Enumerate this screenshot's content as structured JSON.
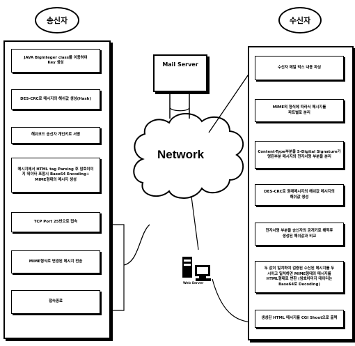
{
  "sender": {
    "title": "송신자",
    "steps": [
      "JAVA Biginteger class를 이용하여\nKey 생성",
      "DES-CRC로 메시지의 해쉬값 생성(Hash)",
      "해쉬코드 송신자 개인키로 서명",
      "메시지에서 HTML tag Parsing 후 암호이미\n지 데이타 포함시 Base64 Encoding+\nMIME형태의 메시지 생성",
      "TCP Port 25번으로 접속",
      "MIME형식로 변경된 메시지 전송",
      "접속종료"
    ]
  },
  "receiver": {
    "title": "수신자",
    "steps": [
      "수신자 메일 박스 내용 파싱",
      "MIME의 형식에 따라서 메시지를\n파트별로 분리",
      "Content-Type부분을 S-Digital Signature가\n명된부분 메시지와 전자서명 부분을 분리",
      "DES-CRC로 원래메시지의 해쉬값 메시지의\n해쉬값 생성",
      "전자서명 부분을 송신자의 공개키로 해독후\n생성된 해쉬값과 비교",
      "두 값이 일치하여 검증된 수신된 메시지를 두\n시이고 일치하면 MIME형태의 메시지를\nHTML형태로 변환 (암호이미지 데이터는\nBase64로 Decoding)",
      "생성된 HTML 메시지를 CGI Shoot으로 출력"
    ]
  },
  "mail_server": {
    "label": "Mail Server"
  },
  "network": {
    "label": "Network"
  },
  "web_server": {
    "label": "Web Server"
  }
}
